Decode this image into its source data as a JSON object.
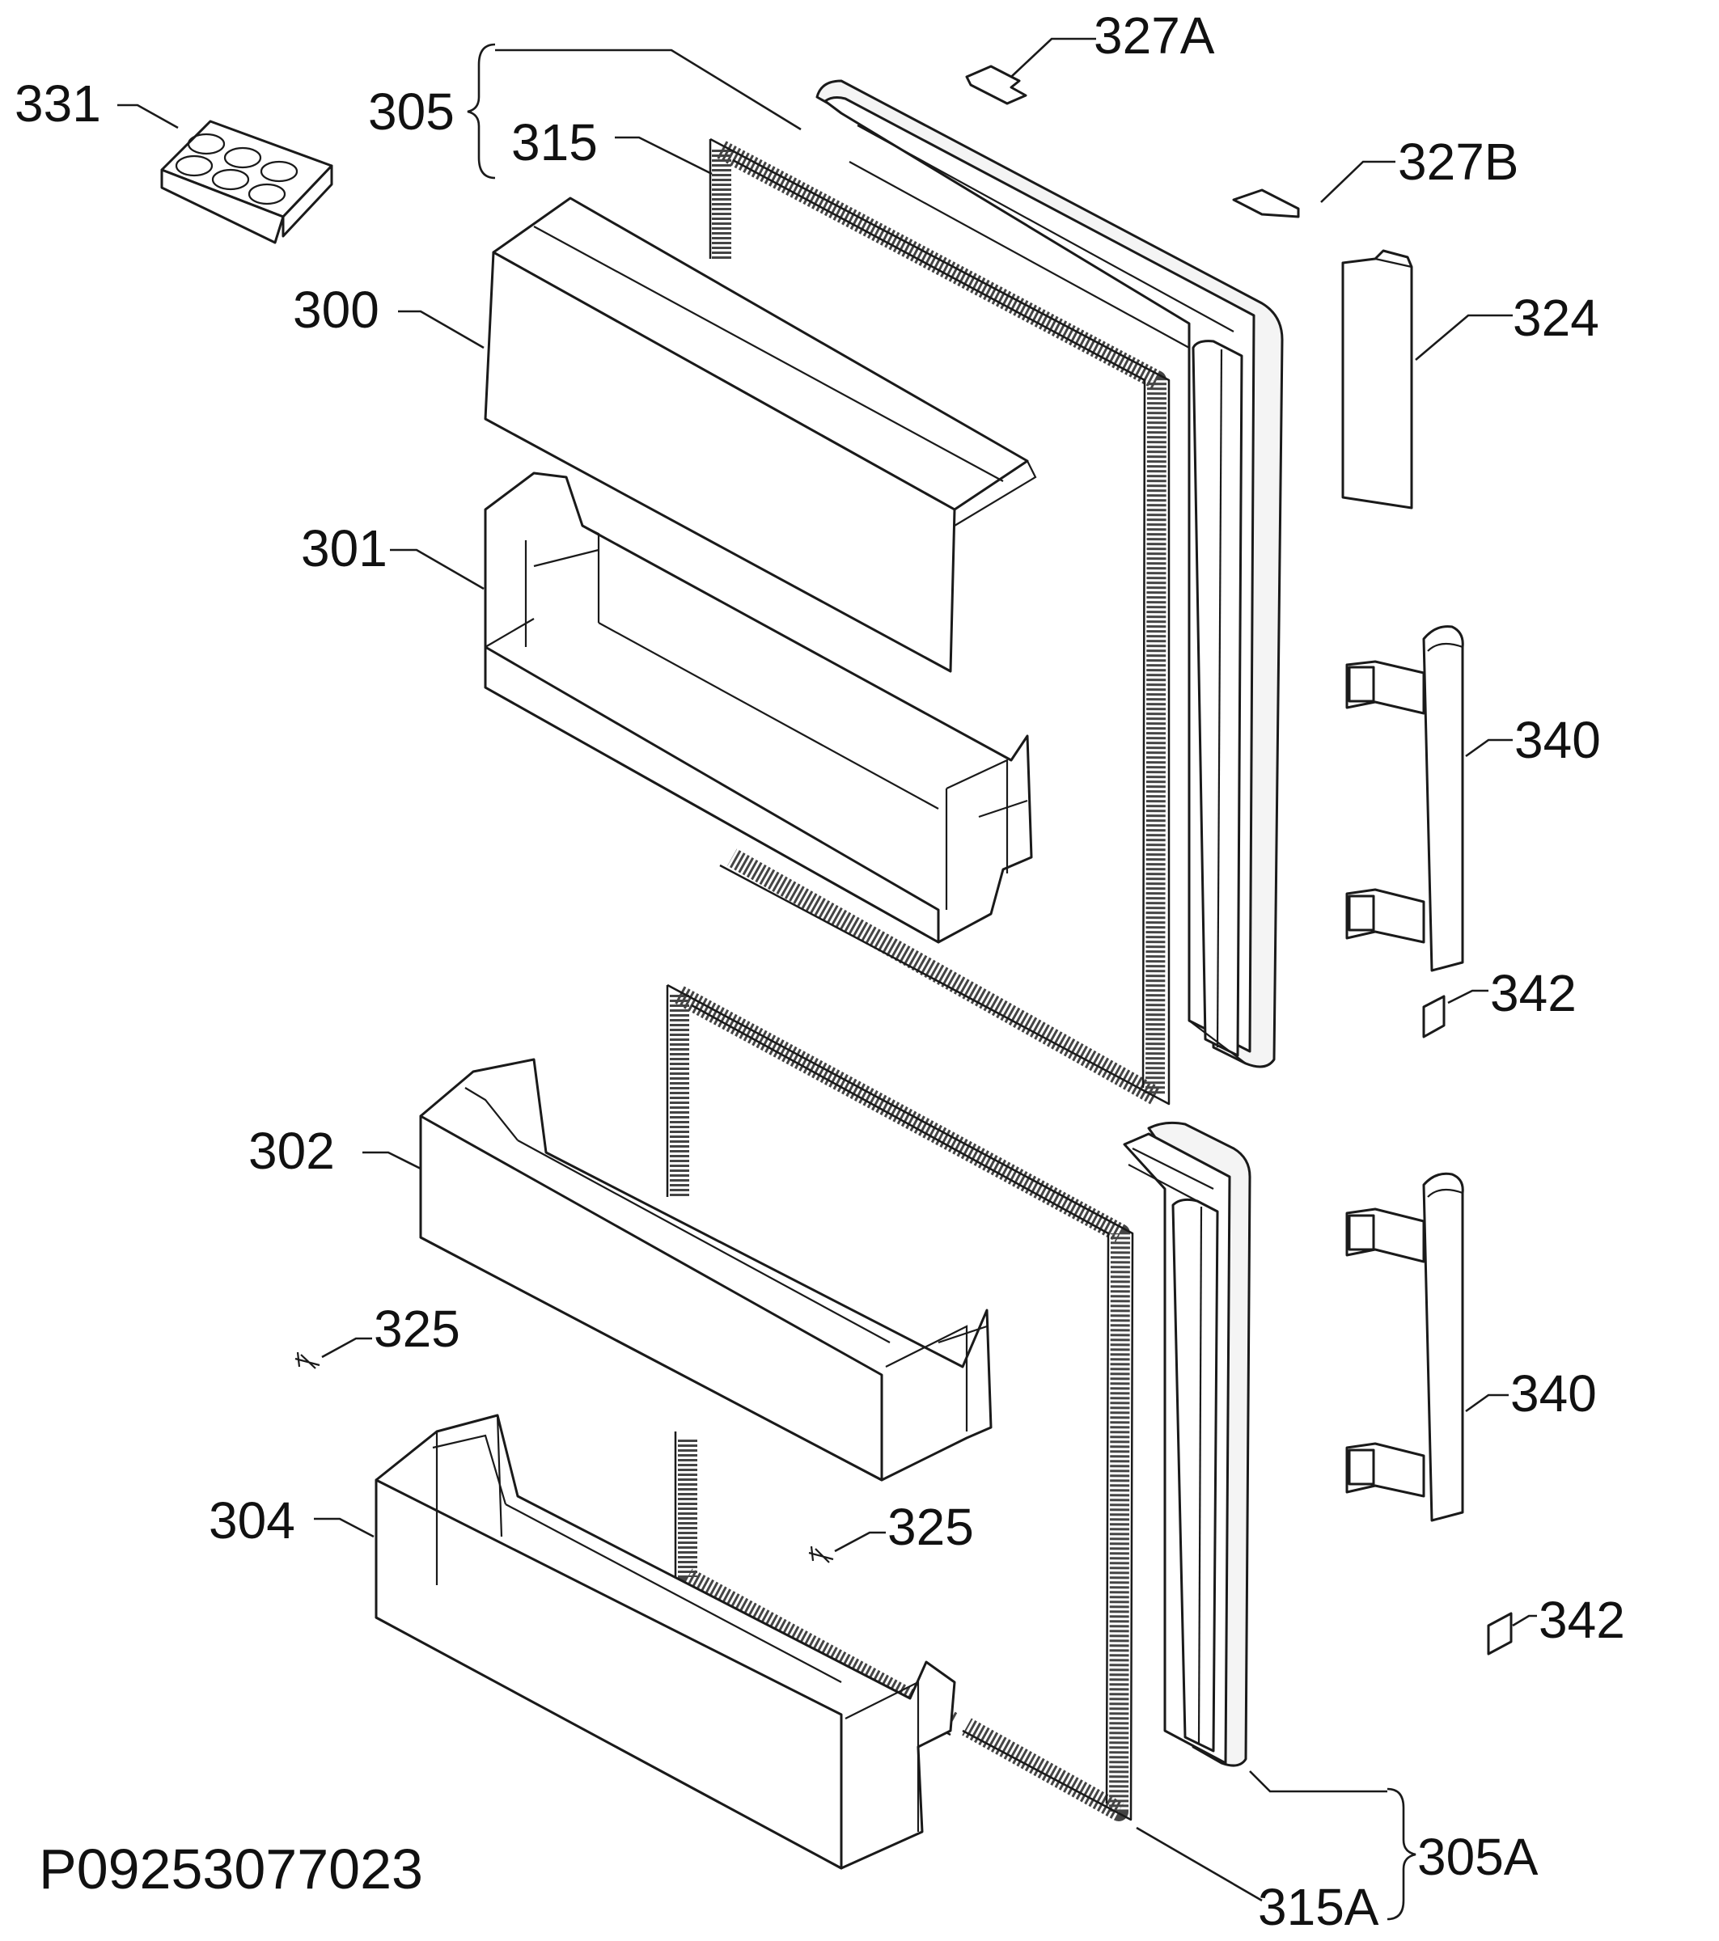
{
  "drawing_code": "P09253077023",
  "labels": {
    "p331": "331",
    "p305": "305",
    "p315": "315",
    "p327A": "327A",
    "p327B": "327B",
    "p300": "300",
    "p324": "324",
    "p301": "301",
    "p340_top": "340",
    "p342_top": "342",
    "p302": "302",
    "p325_left": "325",
    "p340_bottom": "340",
    "p304": "304",
    "p325_right": "325",
    "p342_bottom": "342",
    "p305A": "305A",
    "p315A": "315A"
  }
}
